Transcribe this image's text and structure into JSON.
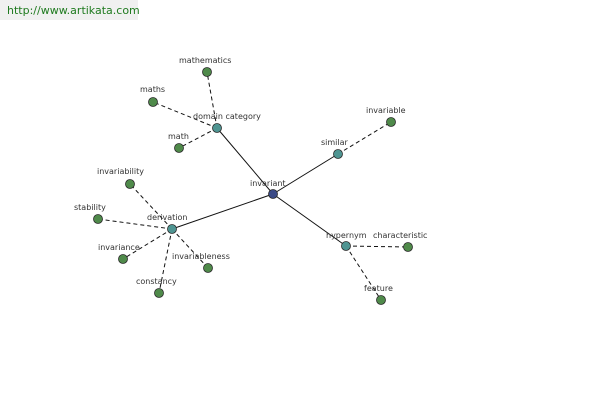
{
  "header": {
    "url": "http://www.artikata.com"
  },
  "colors": {
    "central": "#3b4a86",
    "relation": "#4f9592",
    "leaf": "#4f8a4a",
    "stroke": "#2a2a2a",
    "edge": "#111111"
  },
  "graph": {
    "nodes": [
      {
        "id": "invariant",
        "label": "invariant",
        "kind": "central"
      },
      {
        "id": "similar",
        "label": "similar",
        "kind": "relation"
      },
      {
        "id": "hypernym",
        "label": "hypernym",
        "kind": "relation"
      },
      {
        "id": "derivation",
        "label": "derivation",
        "kind": "relation"
      },
      {
        "id": "domain-category",
        "label": "domain category",
        "kind": "relation"
      },
      {
        "id": "invariable",
        "label": "invariable",
        "kind": "leaf"
      },
      {
        "id": "characteristic",
        "label": "characteristic",
        "kind": "leaf"
      },
      {
        "id": "feature",
        "label": "feature",
        "kind": "leaf"
      },
      {
        "id": "invariability",
        "label": "invariability",
        "kind": "leaf"
      },
      {
        "id": "stability",
        "label": "stability",
        "kind": "leaf"
      },
      {
        "id": "invariance",
        "label": "invariance",
        "kind": "leaf"
      },
      {
        "id": "invariableness",
        "label": "invariableness",
        "kind": "leaf"
      },
      {
        "id": "constancy",
        "label": "constancy",
        "kind": "leaf"
      },
      {
        "id": "mathematics",
        "label": "mathematics",
        "kind": "leaf"
      },
      {
        "id": "maths",
        "label": "maths",
        "kind": "leaf"
      },
      {
        "id": "math",
        "label": "math",
        "kind": "leaf"
      }
    ],
    "edges": [
      {
        "from": "invariant",
        "to": "similar",
        "style": "solid"
      },
      {
        "from": "invariant",
        "to": "hypernym",
        "style": "solid"
      },
      {
        "from": "invariant",
        "to": "derivation",
        "style": "solid"
      },
      {
        "from": "invariant",
        "to": "domain-category",
        "style": "solid"
      },
      {
        "from": "similar",
        "to": "invariable",
        "style": "dashed"
      },
      {
        "from": "hypernym",
        "to": "characteristic",
        "style": "dashed"
      },
      {
        "from": "hypernym",
        "to": "feature",
        "style": "dashed"
      },
      {
        "from": "derivation",
        "to": "invariability",
        "style": "dashed"
      },
      {
        "from": "derivation",
        "to": "stability",
        "style": "dashed"
      },
      {
        "from": "derivation",
        "to": "invariance",
        "style": "dashed"
      },
      {
        "from": "derivation",
        "to": "invariableness",
        "style": "dashed"
      },
      {
        "from": "derivation",
        "to": "constancy",
        "style": "dashed"
      },
      {
        "from": "domain-category",
        "to": "mathematics",
        "style": "dashed"
      },
      {
        "from": "domain-category",
        "to": "maths",
        "style": "dashed"
      },
      {
        "from": "domain-category",
        "to": "math",
        "style": "dashed"
      }
    ]
  }
}
